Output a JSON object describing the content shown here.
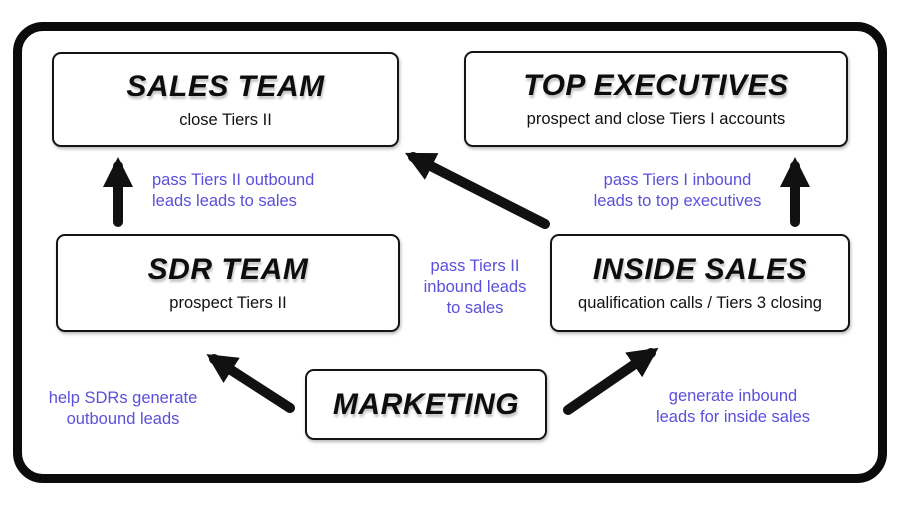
{
  "diagram": {
    "boxes": [
      {
        "id": "sales-team",
        "title": "SALES TEAM",
        "subtitle": "close Tiers II"
      },
      {
        "id": "top-executives",
        "title": "TOP EXECUTIVES",
        "subtitle": "prospect and close Tiers I accounts"
      },
      {
        "id": "sdr-team",
        "title": "SDR TEAM",
        "subtitle": "prospect Tiers II"
      },
      {
        "id": "inside-sales",
        "title": "INSIDE SALES",
        "subtitle": "qualification calls / Tiers 3 closing"
      },
      {
        "id": "marketing",
        "title": "MARKETING"
      }
    ],
    "labels": [
      {
        "id": "sdr-to-sales",
        "lines": [
          "pass Tiers II outbound",
          "leads leads to sales"
        ]
      },
      {
        "id": "inside-to-execs",
        "lines": [
          "pass Tiers I inbound",
          "leads to top executives"
        ]
      },
      {
        "id": "inside-to-sales",
        "lines": [
          "pass Tiers II",
          "inbound leads",
          "to sales"
        ]
      },
      {
        "id": "marketing-to-sdr",
        "lines": [
          "help SDRs generate",
          "outbound leads"
        ]
      },
      {
        "id": "marketing-to-inside",
        "lines": [
          "generate inbound",
          "leads for inside sales"
        ]
      }
    ],
    "arrows": [
      {
        "id": "sdr-to-sales-team",
        "from": "SDR TEAM",
        "to": "SALES TEAM"
      },
      {
        "id": "inside-to-sales-team",
        "from": "INSIDE SALES",
        "to": "SALES TEAM"
      },
      {
        "id": "inside-to-top-execs",
        "from": "INSIDE SALES",
        "to": "TOP EXECUTIVES"
      },
      {
        "id": "marketing-to-sdr-team",
        "from": "MARKETING",
        "to": "SDR TEAM"
      },
      {
        "id": "marketing-to-inside",
        "from": "MARKETING",
        "to": "INSIDE SALES"
      }
    ],
    "colors": {
      "label_accent": "#5b4fdb",
      "ink": "#111111",
      "frame": "#0b0b0b",
      "background": "#ffffff"
    }
  }
}
